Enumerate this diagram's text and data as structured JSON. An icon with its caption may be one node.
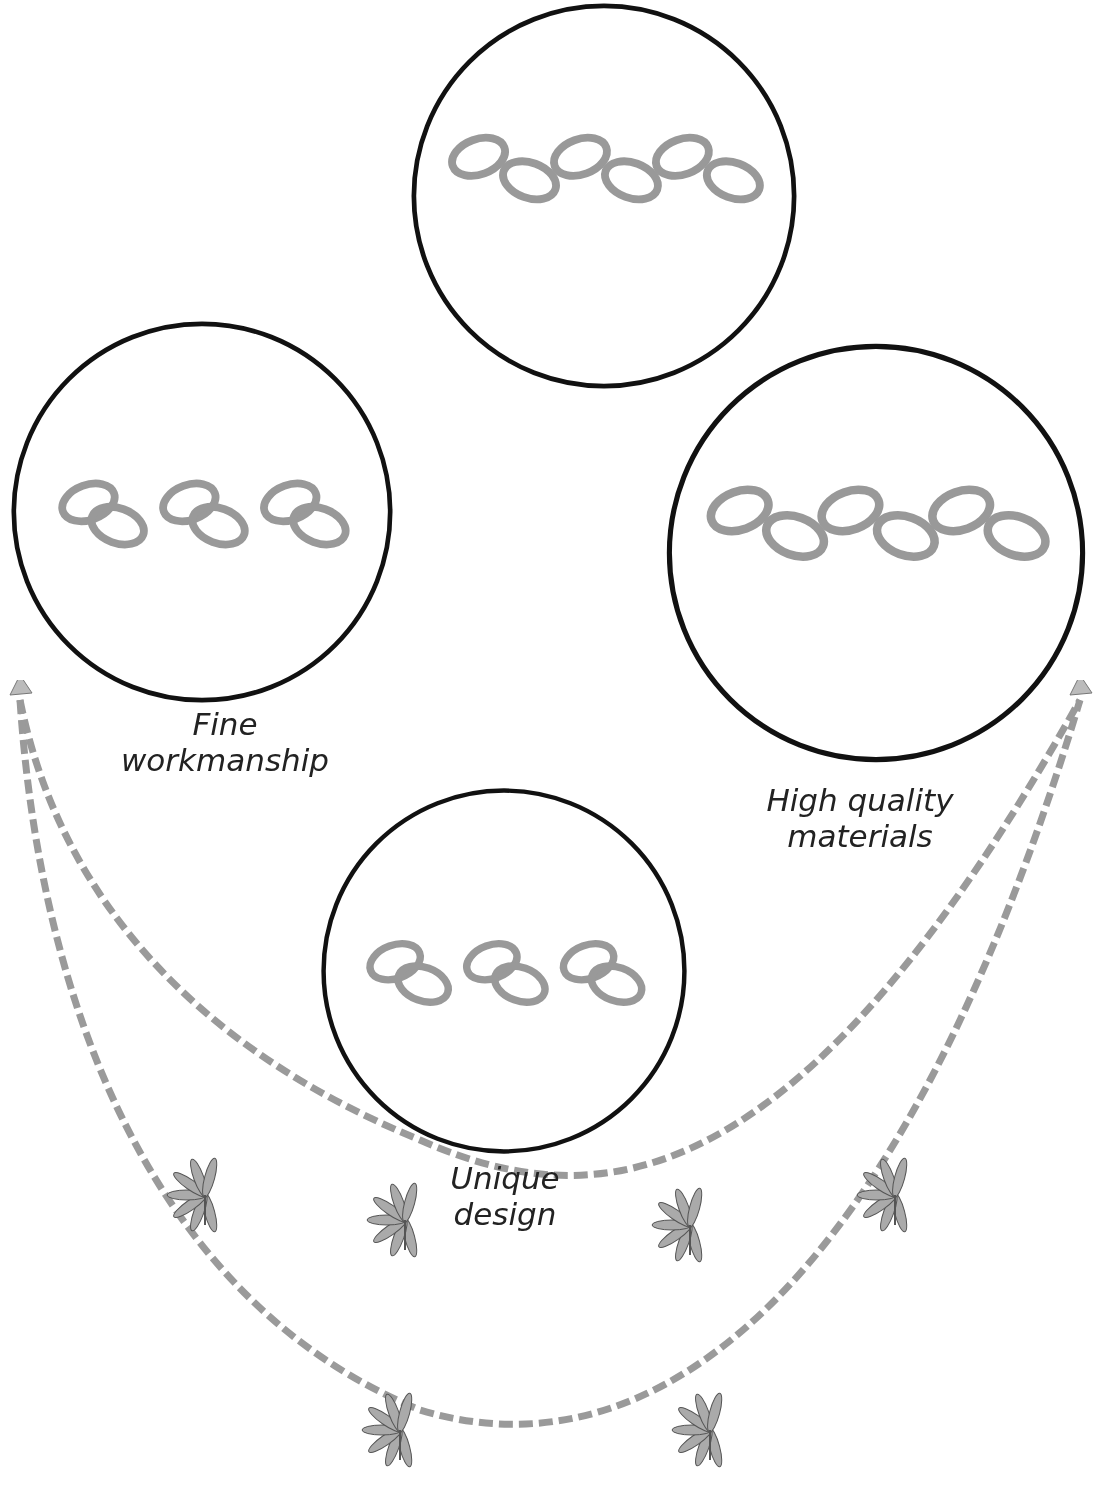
{
  "diagram": {
    "nodes": [
      {
        "text": [],
        "shape": "picture"
      },
      {
        "text": [],
        "shape": "picture",
        "beside": [
          "Fine workmanship"
        ]
      },
      {
        "text": [],
        "shape": "picture",
        "beside": [
          "High quality materials"
        ]
      },
      {
        "text": [],
        "shape": "picture",
        "beside": [
          "Unique design"
        ]
      }
    ]
  }
}
